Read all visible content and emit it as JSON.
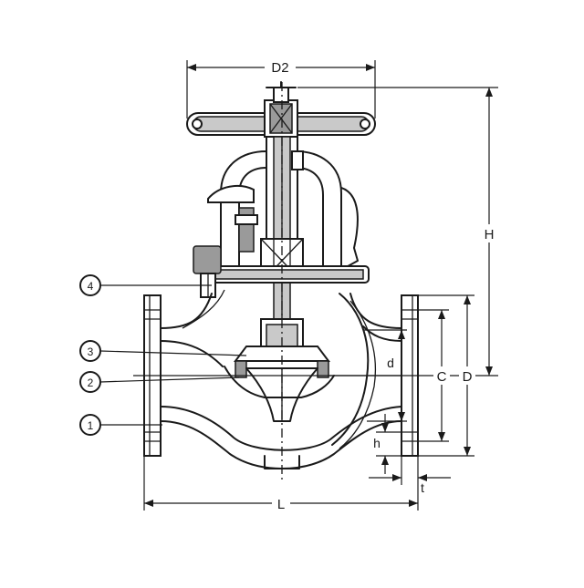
{
  "dimensions": {
    "D2": "D2",
    "H": "H",
    "D": "D",
    "C": "C",
    "d": "d",
    "h": "h",
    "t": "t",
    "L": "L"
  },
  "callouts": {
    "c1": "1",
    "c2": "2",
    "c3": "3",
    "c4": "4"
  },
  "colors": {
    "line": "#1a1a1a",
    "fill_gray": "#9a9a9a",
    "fill_light": "#c9c9c9",
    "background": "#ffffff"
  }
}
